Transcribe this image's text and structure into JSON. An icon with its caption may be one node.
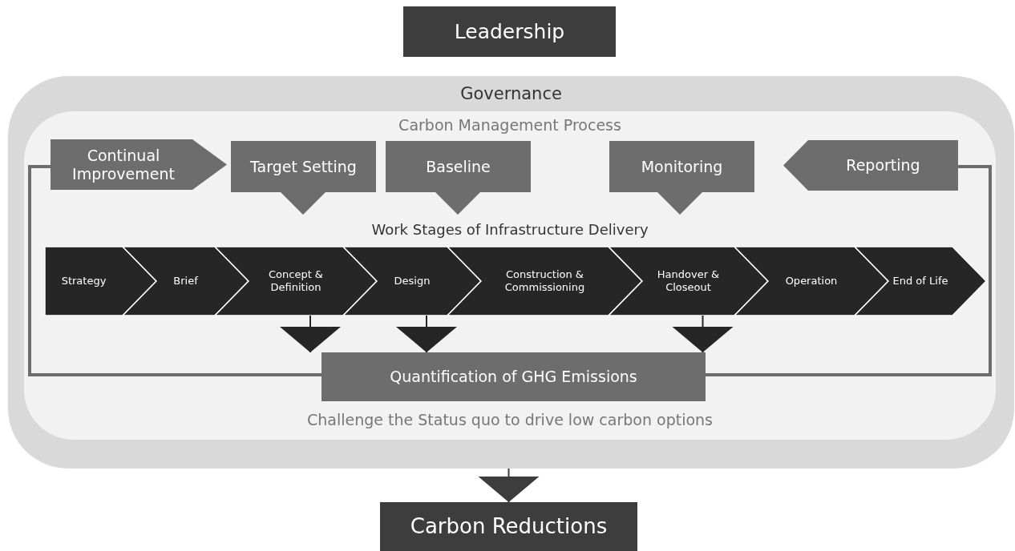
{
  "diagram": {
    "nodes": [
      {
        "text": [
          "Leadership"
        ]
      },
      {
        "text": [
          "Governance"
        ]
      },
      {
        "text": [
          "Carbon Management Process",
          "Challenge the Status quo to drive low carbon options"
        ],
        "in": 1
      },
      {
        "text": [
          "Continual Improvement"
        ],
        "in": 2
      },
      {
        "text": [
          "Target Setting"
        ],
        "in": 2
      },
      {
        "text": [
          "Baseline"
        ],
        "in": 2
      },
      {
        "text": [
          "Monitoring"
        ],
        "in": 2
      },
      {
        "text": [
          "Reporting"
        ],
        "in": 2
      },
      {
        "text": [
          "Strategy"
        ],
        "in": 2
      },
      {
        "text": [
          "Brief"
        ],
        "in": 2
      },
      {
        "text": [
          "Concept & Definition"
        ],
        "in": 2
      },
      {
        "text": [
          "Design"
        ],
        "in": 2
      },
      {
        "text": [
          "Construction & Commissioning"
        ],
        "in": 2
      },
      {
        "text": [
          "Handover & Closeout"
        ],
        "in": 2
      },
      {
        "text": [
          "Operation"
        ],
        "in": 2
      },
      {
        "text": [
          "End of Life"
        ],
        "in": 2
      },
      {
        "text": [
          "Quantification of GHG Emissions"
        ],
        "in": 2
      },
      {
        "text": [
          "Carbon Reductions"
        ]
      }
    ],
    "edges": [
      {
        "from": 10,
        "to": 16,
        "arrow": "to"
      },
      {
        "from": 11,
        "to": 16,
        "arrow": "to"
      },
      {
        "from": 13,
        "to": 16,
        "arrow": "to"
      },
      {
        "from": 16,
        "to": 3,
        "arrow": "none",
        "style": "thick"
      },
      {
        "from": 16,
        "to": 7,
        "arrow": "none",
        "style": "thick"
      },
      {
        "from": 1,
        "to": 17,
        "arrow": "to"
      }
    ],
    "labels": [
      "Work Stages of Infrastructure Delivery"
    ]
  }
}
